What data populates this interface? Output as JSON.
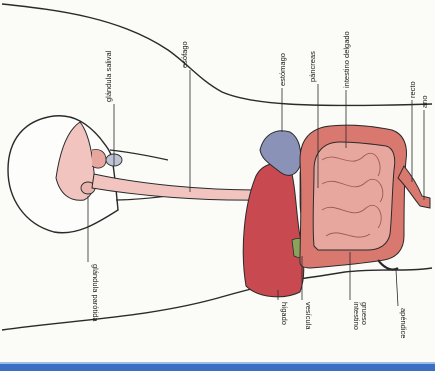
{
  "diagram": {
    "labels": {
      "glandula_parotida": "glándula parótida",
      "glandula_salival": "glándula salival",
      "esofago": "esófago",
      "estomago": "estómago",
      "pancreas": "páncreas",
      "intestino_delgado": "intestino delgado",
      "recto": "recto",
      "ano": "ano",
      "higado": "hígado",
      "vesicula": "vesícula",
      "intestino_grueso_1": "intestino",
      "intestino_grueso_2": "grueso",
      "apendice": "apéndice"
    },
    "colors": {
      "outline": "#2a2a2a",
      "liver": "#c84a50",
      "large_intestine": "#d9786f",
      "small_intestine": "#e7a79f",
      "esophagus": "#f2c4c0",
      "stomach": "#8a92b8",
      "frame_border": "#3a6fc4"
    }
  }
}
